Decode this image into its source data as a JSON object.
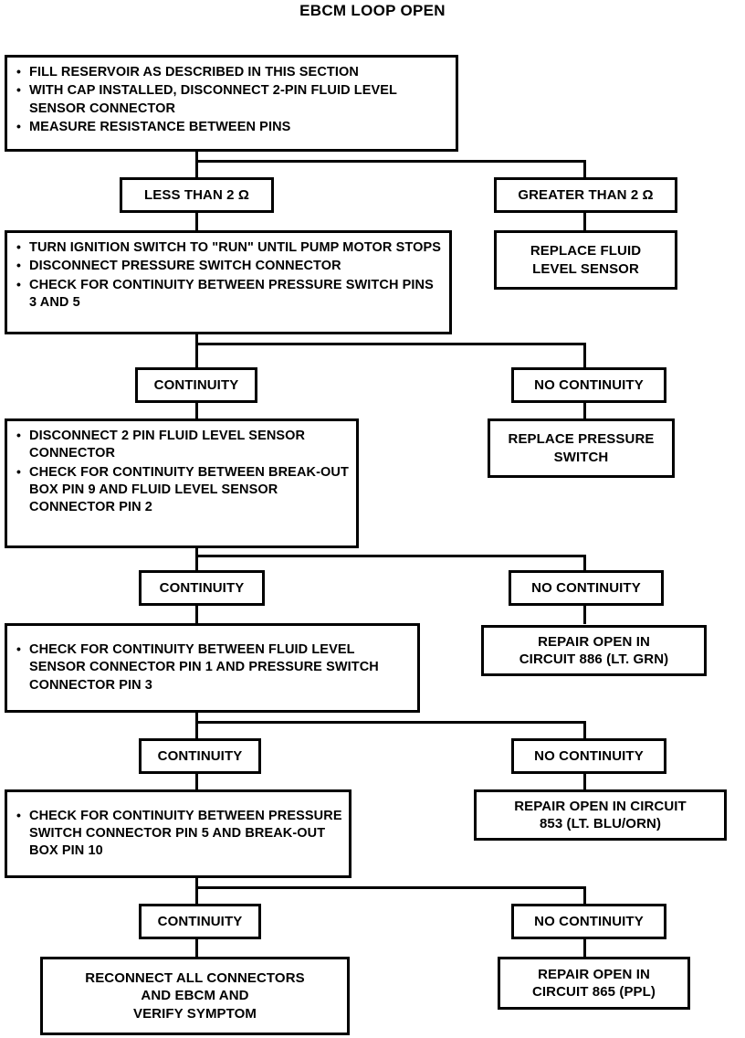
{
  "title": "EBCM LOOP OPEN",
  "nodes": {
    "step1": {
      "items": [
        "FILL RESERVOIR AS DESCRIBED IN THIS SECTION",
        "WITH CAP INSTALLED, DISCONNECT 2-PIN FLUID LEVEL SENSOR CONNECTOR",
        "MEASURE RESISTANCE BETWEEN PINS"
      ]
    },
    "branch1_left": {
      "label": "LESS THAN 2 Ω"
    },
    "branch1_right": {
      "label": "GREATER THAN 2 Ω"
    },
    "result1": {
      "label": "REPLACE FLUID\nLEVEL SENSOR"
    },
    "step2": {
      "items": [
        "TURN IGNITION SWITCH TO \"RUN\" UNTIL PUMP MOTOR STOPS",
        "DISCONNECT PRESSURE SWITCH CONNECTOR",
        "CHECK FOR CONTINUITY BETWEEN PRESSURE SWITCH PINS 3 AND 5"
      ]
    },
    "branch2_left": {
      "label": "CONTINUITY"
    },
    "branch2_right": {
      "label": "NO CONTINUITY"
    },
    "result2": {
      "label": "REPLACE PRESSURE\nSWITCH"
    },
    "step3": {
      "items": [
        "DISCONNECT 2 PIN FLUID LEVEL SENSOR CONNECTOR",
        "CHECK FOR CONTINUITY BETWEEN BREAK-OUT BOX PIN 9 AND FLUID LEVEL SENSOR CONNECTOR PIN 2"
      ]
    },
    "branch3_left": {
      "label": "CONTINUITY"
    },
    "branch3_right": {
      "label": "NO CONTINUITY"
    },
    "result3": {
      "label": "REPAIR OPEN IN\nCIRCUIT 886 (LT. GRN)"
    },
    "step4": {
      "items": [
        "CHECK FOR CONTINUITY BETWEEN FLUID LEVEL SENSOR CONNECTOR PIN 1 AND PRESSURE SWITCH CONNECTOR PIN 3"
      ]
    },
    "branch4_left": {
      "label": "CONTINUITY"
    },
    "branch4_right": {
      "label": "NO CONTINUITY"
    },
    "result4": {
      "label": "REPAIR OPEN IN CIRCUIT\n853 (LT. BLU/ORN)"
    },
    "step5": {
      "items": [
        "CHECK FOR CONTINUITY BETWEEN PRESSURE SWITCH CONNECTOR PIN 5 AND BREAK-OUT BOX PIN 10"
      ]
    },
    "branch5_left": {
      "label": "CONTINUITY"
    },
    "branch5_right": {
      "label": "NO CONTINUITY"
    },
    "result5": {
      "label": "REPAIR OPEN IN\nCIRCUIT 865 (PPL)"
    },
    "final": {
      "label": "RECONNECT ALL CONNECTORS\nAND EBCM AND\nVERIFY SYMPTOM"
    }
  }
}
